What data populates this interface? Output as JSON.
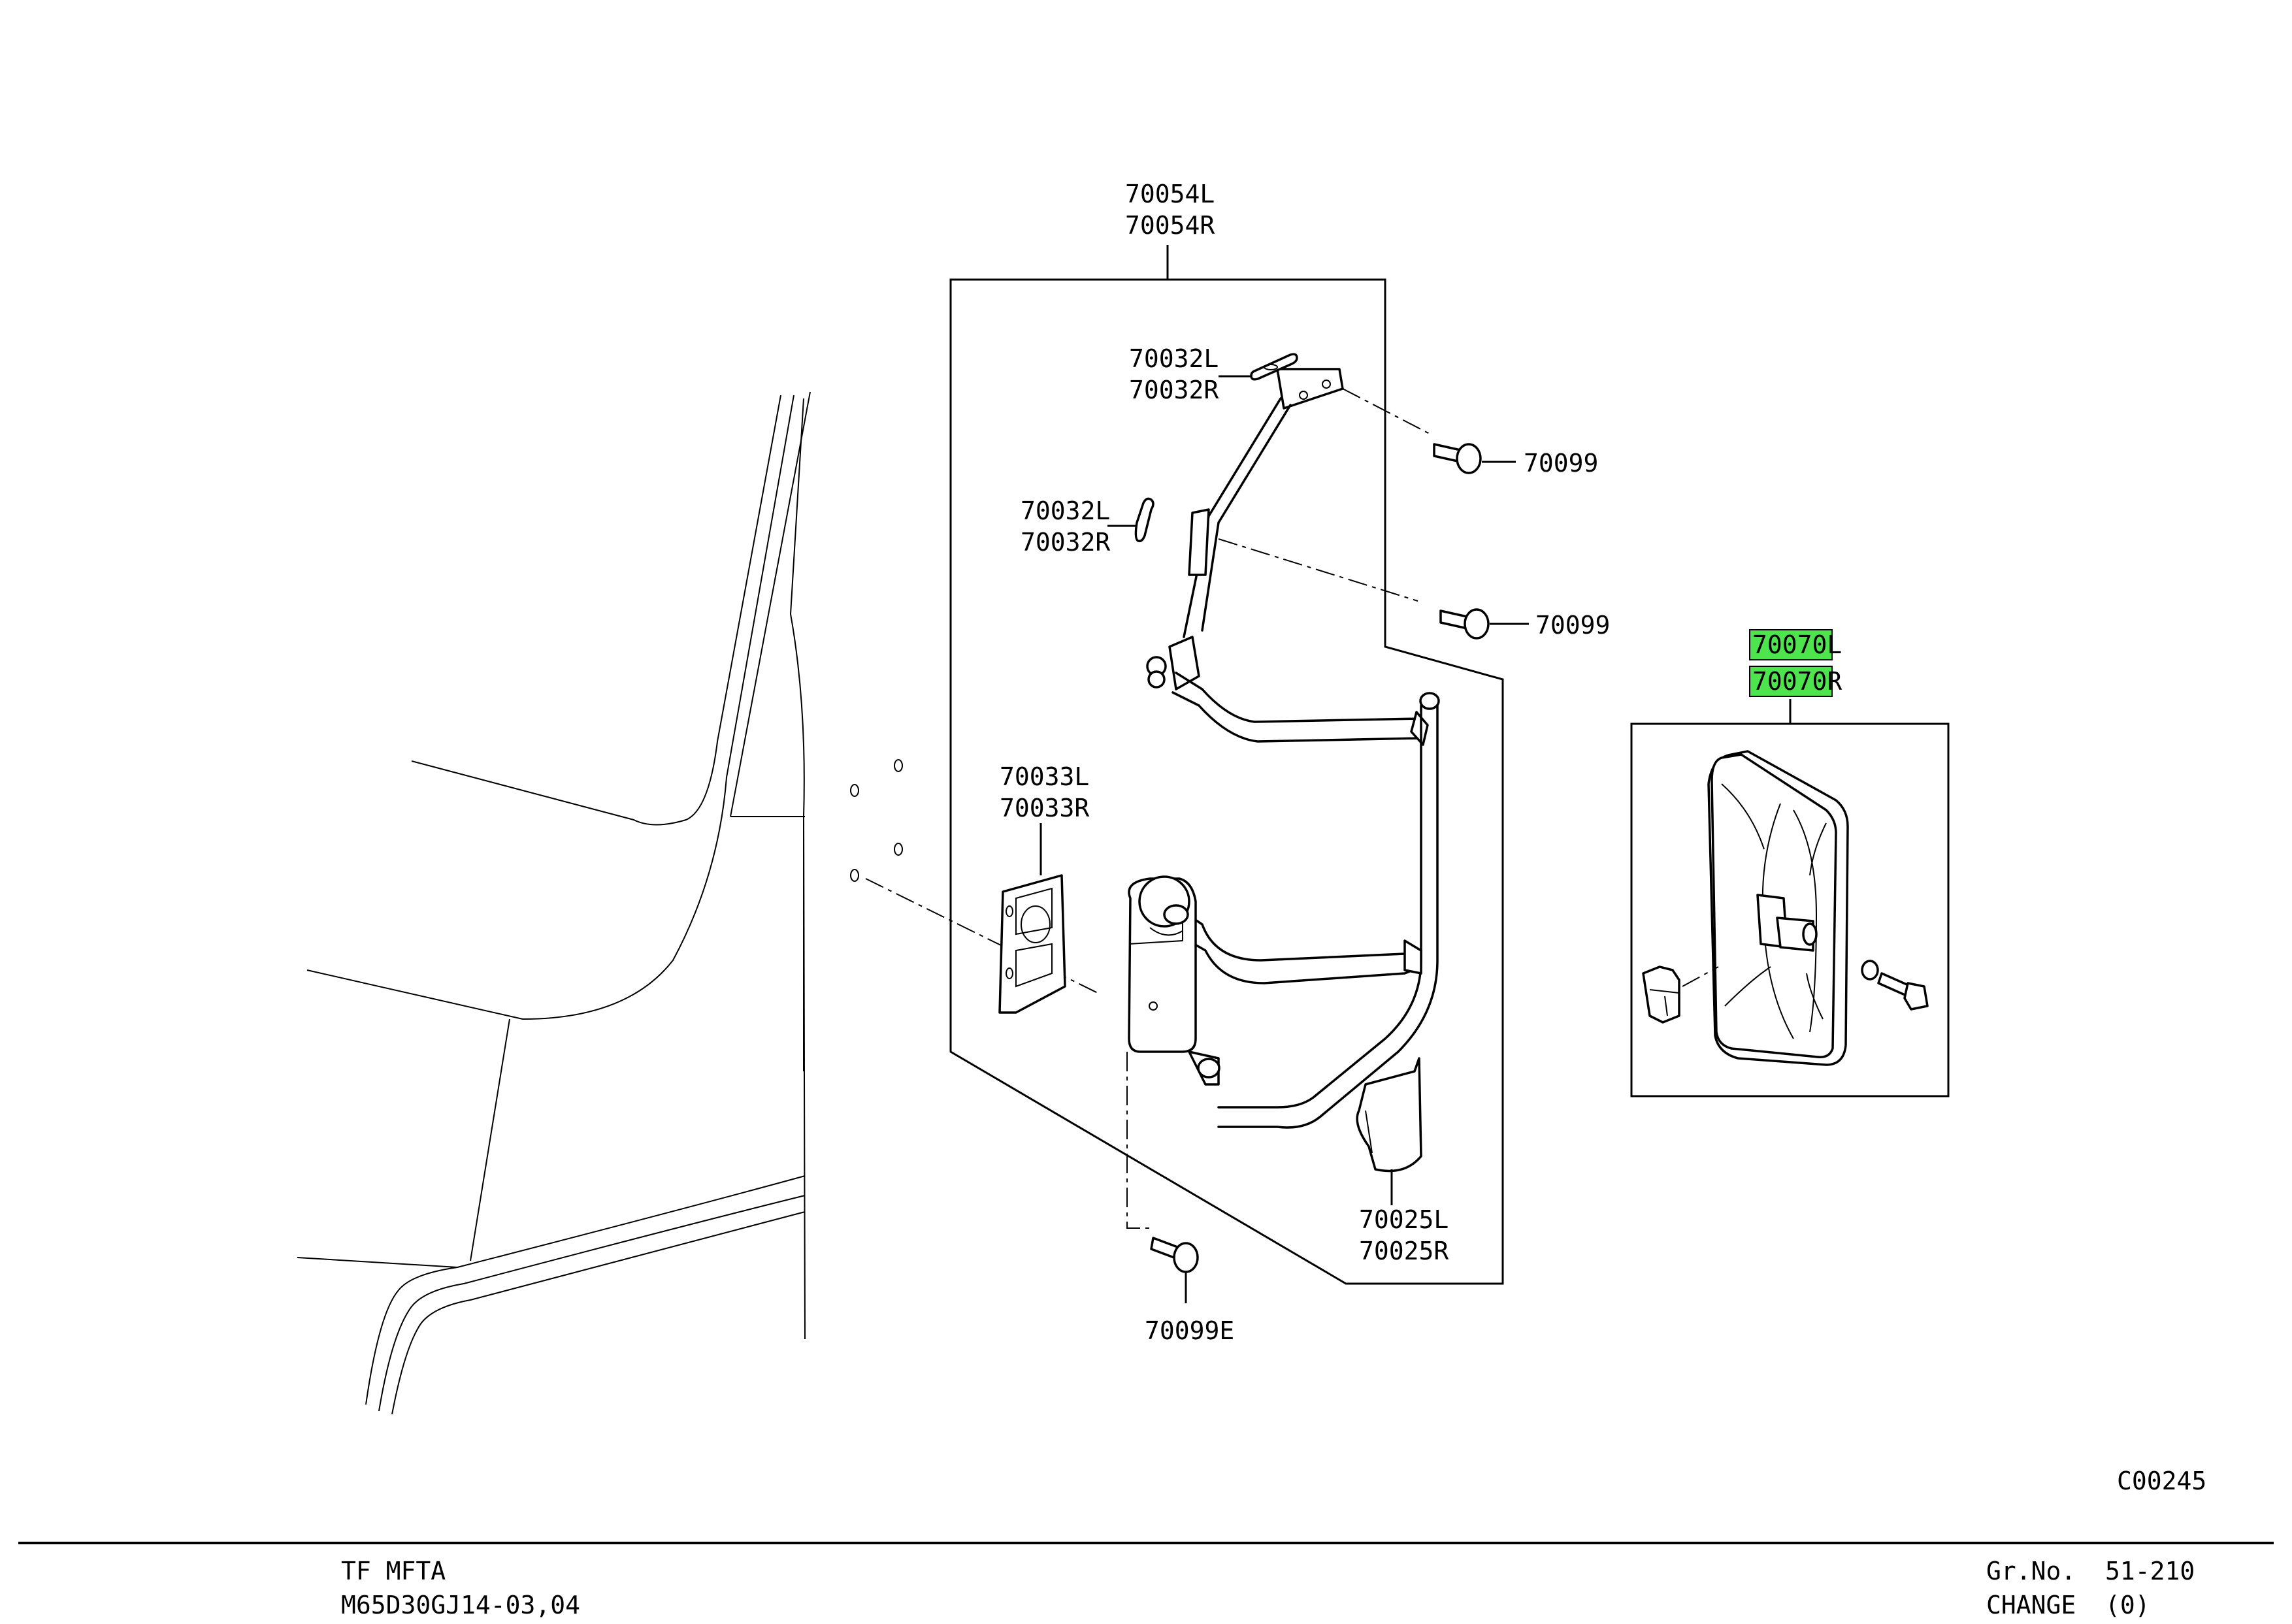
{
  "diagram": {
    "callouts": {
      "assembly_top_1": "70054L",
      "assembly_top_2": "70054R",
      "stay_upper_1": "70032L",
      "stay_upper_2": "70032R",
      "stay_mid_1": "70032L",
      "stay_mid_2": "70032R",
      "screw_upper": "70099",
      "screw_mid": "70099",
      "plate_1": "70033L",
      "plate_2": "70033R",
      "cover_1": "70025L",
      "cover_2": "70025R",
      "screw_bottom": "70099E",
      "mirror_1": "70070L",
      "mirror_2": "70070R"
    },
    "highlight_color": "#4ee44e",
    "figure_code": "C00245"
  },
  "footer": {
    "model_line_1": "TF MFTA",
    "model_line_2": "M65D30GJ14-03,04",
    "group_label": "Gr.No.",
    "group_value": "51-210",
    "change_label": "CHANGE",
    "change_value": "(0)"
  }
}
